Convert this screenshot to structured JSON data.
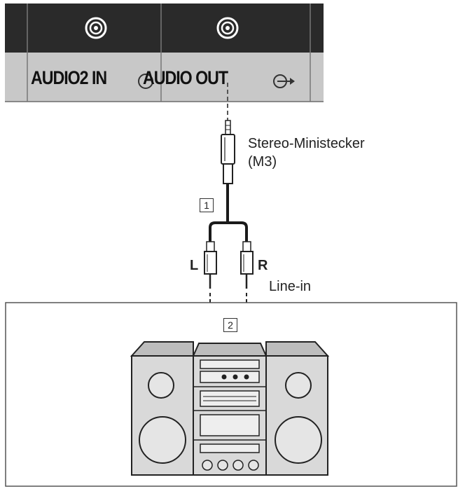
{
  "panel": {
    "audio2_in_label": "AUDIO2 IN",
    "audio_out_label": "AUDIO OUT",
    "jack_icon": "rca-jack-icon",
    "output_icon": "audio-output-arrow-icon"
  },
  "cable": {
    "plug_label_line1": "Stereo-Ministecker",
    "plug_label_line2": "(M3)",
    "number": "1",
    "left_label": "L",
    "right_label": "R",
    "input_label": "Line-in"
  },
  "device": {
    "number": "2",
    "icon": "stereo-system-icon"
  },
  "colors": {
    "panel_dark": "#2a2a2a",
    "panel_light": "#c8c8c8",
    "line": "#1a1a1a",
    "device_fill": "#d9d9d9"
  }
}
